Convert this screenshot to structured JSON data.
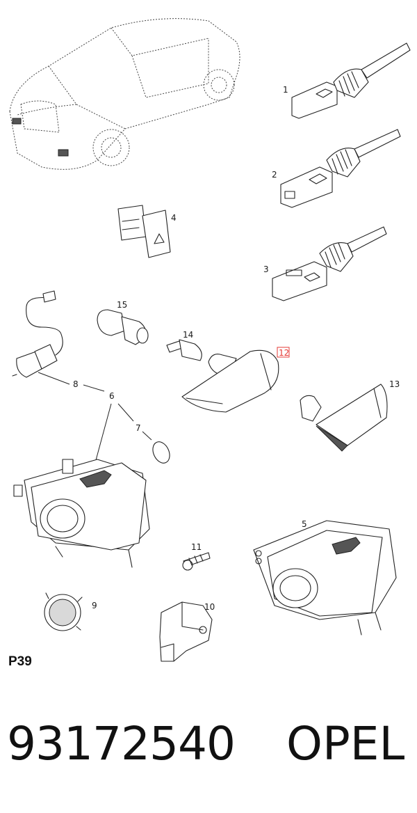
{
  "callouts": {
    "c1": "1",
    "c2": "2",
    "c3": "3",
    "c4": "4",
    "c5": "5",
    "c6": "6",
    "c7": "7",
    "c8": "8",
    "c9": "9",
    "c10": "10",
    "c11": "11",
    "c12": "12",
    "c13": "13",
    "c14": "14",
    "c15": "15"
  },
  "highlight_color": "#e53935",
  "page_label": "P39",
  "footer": {
    "part_number": "93172540",
    "brand": "OPEL"
  }
}
